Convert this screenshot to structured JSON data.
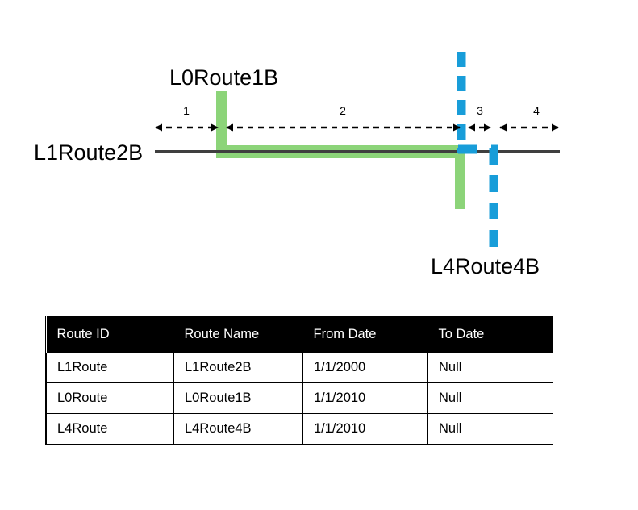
{
  "diagram": {
    "labels": {
      "top_route": "L0Route1B",
      "left_route": "L1Route2B",
      "bottom_route": "L4Route4B"
    },
    "segments": [
      {
        "number": "1"
      },
      {
        "number": "2"
      },
      {
        "number": "3"
      },
      {
        "number": "4"
      }
    ],
    "colors": {
      "green": "#8CD479",
      "blue": "#189DD9",
      "baseline": "#3F3F3F",
      "arrow": "#000000"
    }
  },
  "table": {
    "headers": [
      "Route ID",
      "Route Name",
      "From Date",
      "To Date"
    ],
    "rows": [
      {
        "route_id": "L1Route",
        "route_name": "L1Route2B",
        "from_date": "1/1/2000",
        "to_date": "Null"
      },
      {
        "route_id": "L0Route",
        "route_name": "L0Route1B",
        "from_date": "1/1/2010",
        "to_date": "Null"
      },
      {
        "route_id": "L4Route",
        "route_name": "L4Route4B",
        "from_date": "1/1/2010",
        "to_date": "Null"
      }
    ]
  }
}
